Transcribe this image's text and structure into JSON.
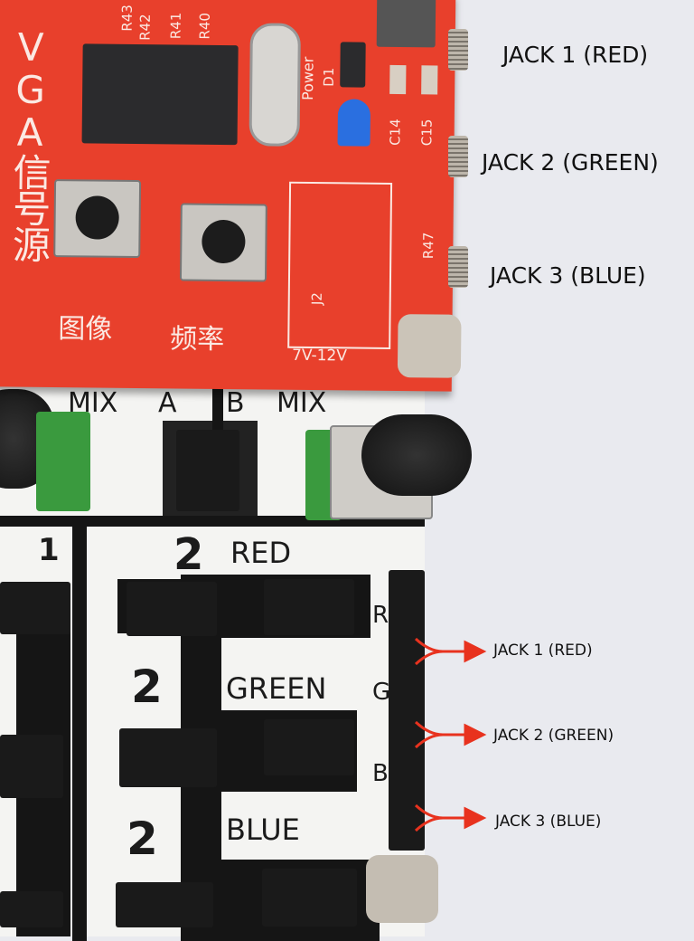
{
  "red_board": {
    "title_vertical": "VGA信号源",
    "button_labels": [
      "图像",
      "频率"
    ],
    "power_label": "Power",
    "diode_label": "D1",
    "cap_labels": [
      "C14",
      "C15"
    ],
    "resistor_labels": [
      "R43",
      "R42",
      "R41",
      "R40",
      "R47"
    ],
    "jack_label": "J2",
    "voltage_label": "7V-12V"
  },
  "white_board": {
    "top_labels": [
      "MIX",
      "A",
      "B",
      "MIX"
    ],
    "rows": [
      {
        "left_num": "1",
        "num": "2",
        "label": "RED"
      },
      {
        "num": "2",
        "label": "GREEN"
      },
      {
        "num": "2",
        "label": "BLUE"
      }
    ],
    "header_letters": [
      "R",
      "G",
      "B"
    ]
  },
  "annotations_top": [
    "JACK 1 (RED)",
    "JACK 2 (GREEN)",
    "JACK 3 (BLUE)"
  ],
  "annotations_arrows": [
    "JACK 1 (RED)",
    "JACK 2 (GREEN)",
    "JACK 3 (BLUE)"
  ],
  "colors": {
    "arrow": "#e8321e",
    "pcb_red": "#e8402c"
  }
}
